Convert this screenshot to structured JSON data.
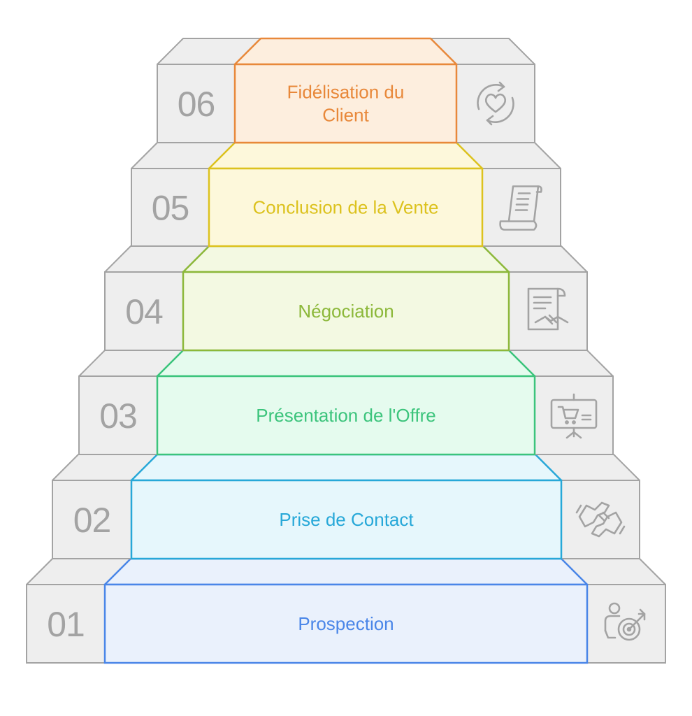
{
  "steps": [
    {
      "number": "01",
      "label_lines": [
        "Prospection"
      ],
      "icon": "person-target-icon",
      "color": "#4a86e8",
      "fill": "#eaf1fc"
    },
    {
      "number": "02",
      "label_lines": [
        "Prise de Contact"
      ],
      "icon": "handshake-icon",
      "color": "#27a8d8",
      "fill": "#e6f7fc"
    },
    {
      "number": "03",
      "label_lines": [
        "Présentation de l'Offre"
      ],
      "icon": "presentation-cart-icon",
      "color": "#3cc47c",
      "fill": "#e5fbee"
    },
    {
      "number": "04",
      "label_lines": [
        "Négociation"
      ],
      "icon": "contract-handshake-icon",
      "color": "#8cb83a",
      "fill": "#f3f9e2"
    },
    {
      "number": "05",
      "label_lines": [
        "Conclusion de la Vente"
      ],
      "icon": "scroll-document-icon",
      "color": "#dcc21e",
      "fill": "#fdf8db"
    },
    {
      "number": "06",
      "label_lines": [
        "Fidélisation du",
        "Client"
      ],
      "icon": "heart-cycle-icon",
      "color": "#e8883a",
      "fill": "#fdeede"
    }
  ]
}
